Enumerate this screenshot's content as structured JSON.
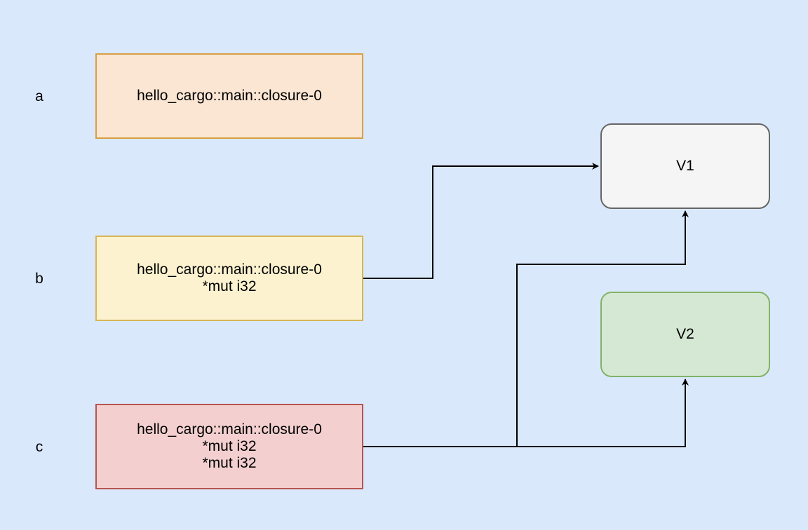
{
  "rows": {
    "a": {
      "label": "a",
      "lines": [
        "hello_cargo::main::closure-0"
      ]
    },
    "b": {
      "label": "b",
      "lines": [
        "hello_cargo::main::closure-0",
        "*mut i32"
      ]
    },
    "c": {
      "label": "c",
      "lines": [
        "hello_cargo::main::closure-0",
        "*mut i32",
        "*mut i32"
      ]
    }
  },
  "values": {
    "v1": "V1",
    "v2": "V2"
  },
  "colors": {
    "background": "#dae8fc",
    "box_a_fill": "#fae6d2",
    "box_a_stroke": "#d7a046",
    "box_b_fill": "#fcf2d0",
    "box_b_stroke": "#d6b656",
    "box_c_fill": "#f3d0cf",
    "box_c_stroke": "#b85450",
    "v1_fill": "#f5f5f5",
    "v1_stroke": "#666666",
    "v2_fill": "#d5e8d4",
    "v2_stroke": "#82b366",
    "edge": "#000000"
  }
}
